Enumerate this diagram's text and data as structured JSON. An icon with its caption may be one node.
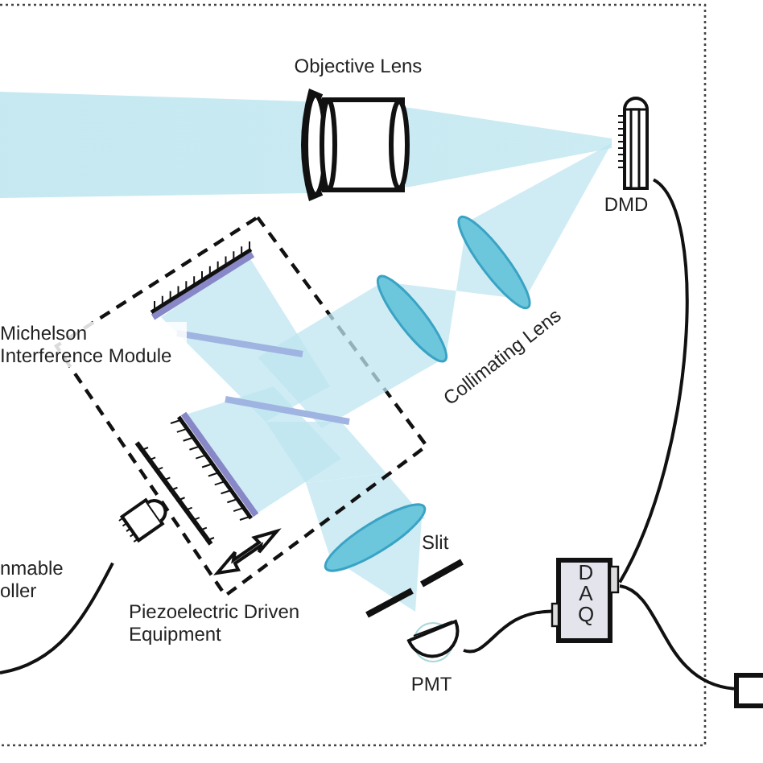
{
  "diagram": {
    "nodes": [
      {
        "text": [
          "Michelson Interference Module"
        ]
      },
      {
        "text": [
          "Objective Lens"
        ]
      },
      {
        "text": [
          "DMD"
        ]
      },
      {
        "text": [
          "Collimating Lens"
        ]
      },
      {
        "text": [
          "Slit"
        ]
      },
      {
        "text": [
          "PMT"
        ]
      },
      {
        "text": [
          "DAQ"
        ]
      },
      {
        "text": [
          "Piezoelectric Driven Equipment"
        ]
      },
      {
        "text": [
          "nmable oller"
        ]
      },
      {
        "text": [],
        "shape": "box"
      }
    ],
    "edges": [
      {
        "from": 2,
        "to": 6,
        "arrow": "none"
      },
      {
        "from": 5,
        "to": 6,
        "arrow": "none"
      },
      {
        "from": 6,
        "to": 9,
        "arrow": "none"
      },
      {
        "from": 7,
        "to": null,
        "arrow": "none"
      }
    ]
  }
}
